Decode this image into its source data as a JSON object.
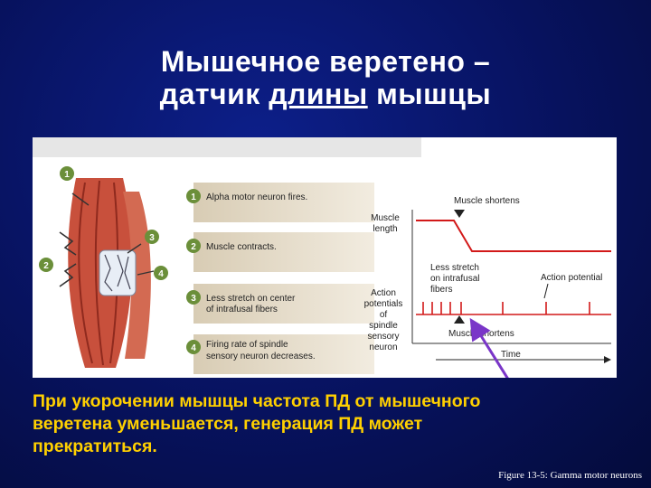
{
  "title": {
    "line1": "Мышечное веретено –",
    "line2_a": "датчик ",
    "line2_b": "длины",
    "line2_c": " мышцы"
  },
  "figure": {
    "callouts": [
      "1",
      "2",
      "3",
      "4"
    ],
    "steps": [
      {
        "num": "1",
        "text": [
          "Alpha motor neuron fires."
        ]
      },
      {
        "num": "2",
        "text": [
          "Muscle contracts."
        ]
      },
      {
        "num": "3",
        "text": [
          "Less stretch on center",
          "of intrafusal fibers"
        ]
      },
      {
        "num": "4",
        "text": [
          "Firing rate of spindle",
          "sensory neuron decreases."
        ]
      }
    ],
    "labels": {
      "muscle_length": [
        "Muscle",
        "length"
      ],
      "ap_label": [
        "Action",
        "potentials",
        "of",
        "spindle",
        "sensory",
        "neuron"
      ],
      "muscle_shortens_top": "Muscle shortens",
      "less_stretch": [
        "Less stretch",
        "on intrafusal",
        "fibers"
      ],
      "action_potential": "Action potential",
      "muscle_shortens_bottom": "Muscle shortens",
      "time": "Time"
    },
    "colors": {
      "trace": "#d21919",
      "step_band": "#d8ccb4",
      "callout": "#6b8f3a",
      "muscle": "#c8503c",
      "arrow": "#7a36c8"
    }
  },
  "caption": [
    "При укорочении мышцы частота ПД от мышечного",
    "веретена уменьшается, генерация ПД может",
    "прекратиться."
  ],
  "figure_ref": "Figure 13-5: Gamma motor neurons"
}
